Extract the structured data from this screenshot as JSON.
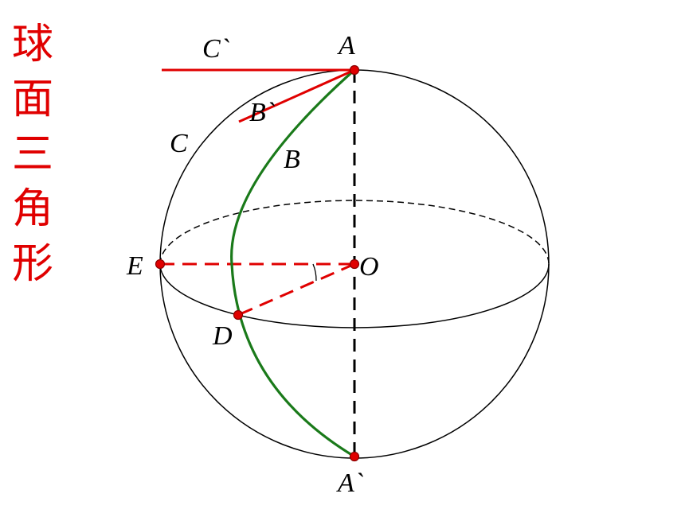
{
  "title": {
    "chars": [
      "球",
      "面",
      "三",
      "角",
      "形"
    ],
    "color": "#e00000"
  },
  "labels": {
    "A": "A",
    "A_prime": "A`",
    "B": "B",
    "B_prime": "B`",
    "C": "C",
    "C_prime": "C`",
    "D": "D",
    "E": "E",
    "O": "O"
  },
  "colors": {
    "outline": "#000000",
    "red": "#e00000",
    "green": "#1a7a1a",
    "point_fill": "#e00000",
    "point_stroke": "#8a0000"
  }
}
